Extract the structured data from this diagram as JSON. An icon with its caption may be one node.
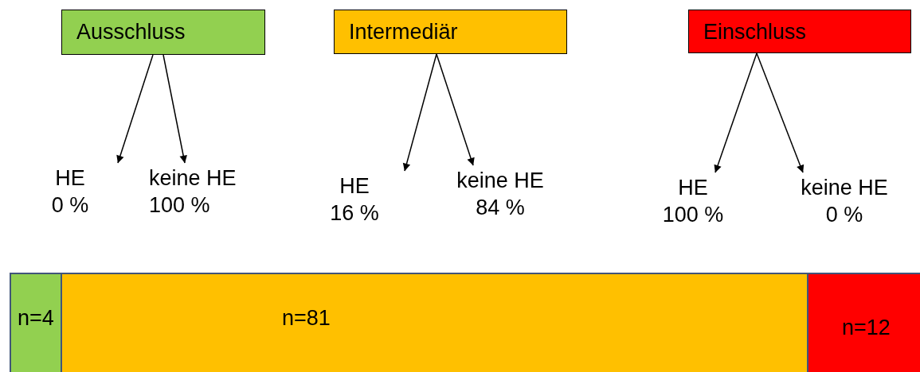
{
  "diagram": {
    "nodes": [
      {
        "text": [
          "Ausschluss"
        ]
      },
      {
        "text": [
          "Intermediär"
        ]
      },
      {
        "text": [
          "Einschluss"
        ]
      },
      {
        "text": [
          "HE 0 %"
        ]
      },
      {
        "text": [
          "keine HE 100 %"
        ]
      },
      {
        "text": [
          "HE 16 %"
        ]
      },
      {
        "text": [
          "keine HE 84 %"
        ]
      },
      {
        "text": [
          "HE 100 %"
        ]
      },
      {
        "text": [
          "keine HE 0 %"
        ]
      },
      {
        "text": [
          "n=4"
        ]
      },
      {
        "text": [
          "n=81"
        ]
      },
      {
        "text": [
          "n=12"
        ]
      }
    ],
    "edges": [
      {
        "from": 0,
        "to": 3,
        "arrow": "to"
      },
      {
        "from": 0,
        "to": 4,
        "arrow": "to"
      },
      {
        "from": 1,
        "to": 5,
        "arrow": "to"
      },
      {
        "from": 1,
        "to": 6,
        "arrow": "to"
      },
      {
        "from": 2,
        "to": 7,
        "arrow": "to"
      },
      {
        "from": 2,
        "to": 8,
        "arrow": "to"
      }
    ]
  }
}
